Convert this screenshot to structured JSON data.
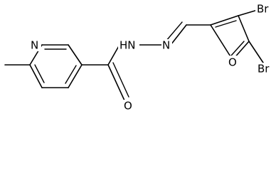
{
  "molecule": {
    "atoms": {
      "pyridine_n": "N",
      "carbonyl_o": "O",
      "amide_nh": "HN",
      "imine_n": "N",
      "furan_o": "O",
      "br_top": "Br",
      "br_bottom": "Br"
    }
  }
}
